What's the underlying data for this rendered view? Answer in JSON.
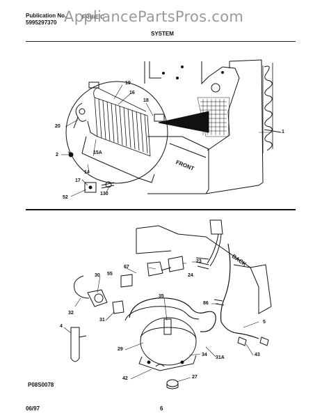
{
  "header": {
    "publication_label": "Publication No.",
    "publication_number": "5995297370",
    "model_code": "FRU/E/C",
    "watermark": "AppliancePartsPros.com"
  },
  "section_title": "SYSTEM",
  "top_callouts": [
    "19",
    "16",
    "18",
    "1",
    "20",
    "15A",
    "2",
    "14",
    "17",
    "130",
    "52",
    "FRONT"
  ],
  "bottom_callouts": [
    "BACK",
    "23",
    "24",
    "67",
    "30",
    "55",
    "32",
    "31",
    "35",
    "86",
    "5",
    "4",
    "29",
    "34",
    "31A",
    "43",
    "42",
    "27"
  ],
  "diagram_code": "P08S0078",
  "footer": {
    "date": "06/97",
    "page": "6"
  }
}
